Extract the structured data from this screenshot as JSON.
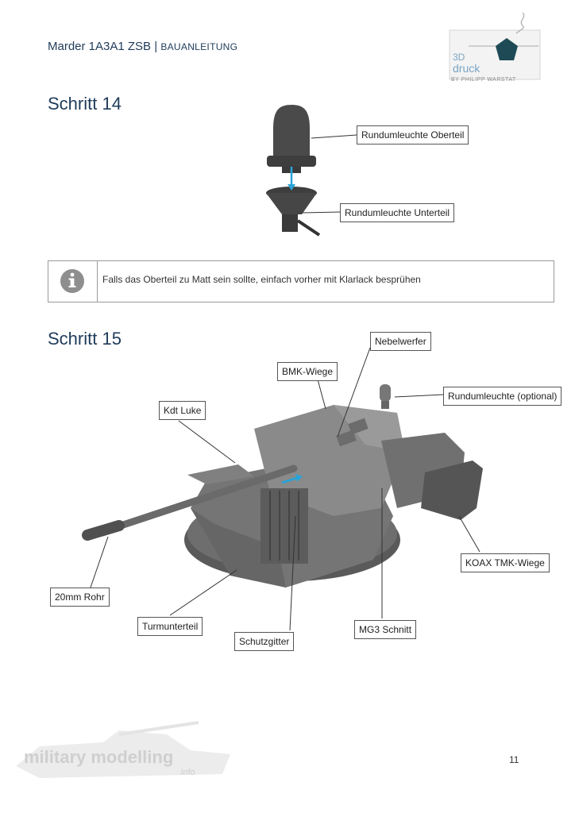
{
  "header": {
    "title": "Marder 1A3A1 ZSB",
    "separator": "|",
    "subtitle": "BAUANLEITUNG"
  },
  "logo": {
    "line1": "3D",
    "line2": "druck",
    "line3": "BY PHILIPP WARSTAT",
    "icon": "pentagon-logo-icon"
  },
  "step14": {
    "title": "Schritt 14",
    "callouts": {
      "upper": "Rundumleuchte Oberteil",
      "lower": "Rundumleuchte Unterteil"
    }
  },
  "note": {
    "icon": "info-icon",
    "text": "Falls das Oberteil zu Matt sein sollte, einfach vorher mit Klarlack besprühen"
  },
  "step15": {
    "title": "Schritt 15",
    "callouts": {
      "nebelwerfer": "Nebelwerfer",
      "bmk_wiege": "BMK-Wiege",
      "rundumleuchte_optional": "Rundumleuchte (optional)",
      "kdt_luke": "Kdt Luke",
      "koax_tmk_wiege": "KOAX TMK-Wiege",
      "rohr": "20mm Rohr",
      "turmunterteil": "Turmunterteil",
      "mg3_schnitt": "MG3 Schnitt",
      "schutzgitter": "Schutzgitter"
    }
  },
  "watermark": {
    "line1": "military modelling",
    "line2": ".info"
  },
  "page_number": "11",
  "colors": {
    "heading_blue": "#1f3b5a",
    "arrow_blue": "#2aa3d8",
    "part_gray": "#4a4a4a"
  }
}
